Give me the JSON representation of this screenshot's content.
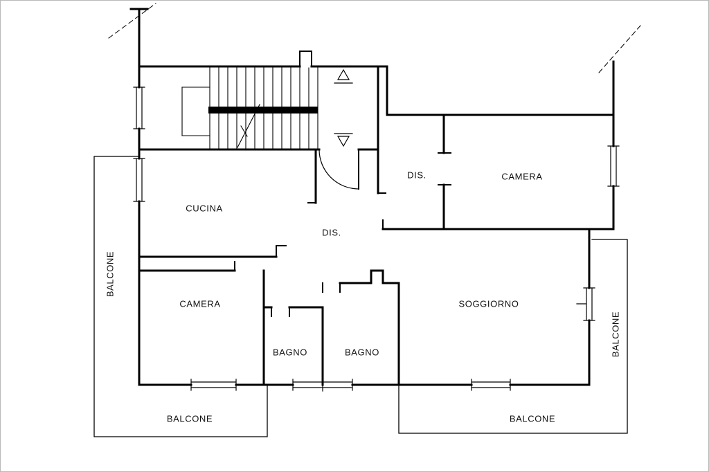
{
  "colors": {
    "line": "#000000",
    "background": "#ffffff"
  },
  "labels": {
    "cucina": "CUCINA",
    "camera_top": "CAMERA",
    "camera_bottom": "CAMERA",
    "dis_upper": "DIS.",
    "dis_lower": "DIS.",
    "soggiorno": "SOGGIORNO",
    "bagno_left": "BAGNO",
    "bagno_right": "BAGNO",
    "balcone_left": "BALCONE",
    "balcone_right": "BALCONE",
    "balcone_bottom_left": "BALCONE",
    "balcone_bottom_right": "BALCONE"
  }
}
